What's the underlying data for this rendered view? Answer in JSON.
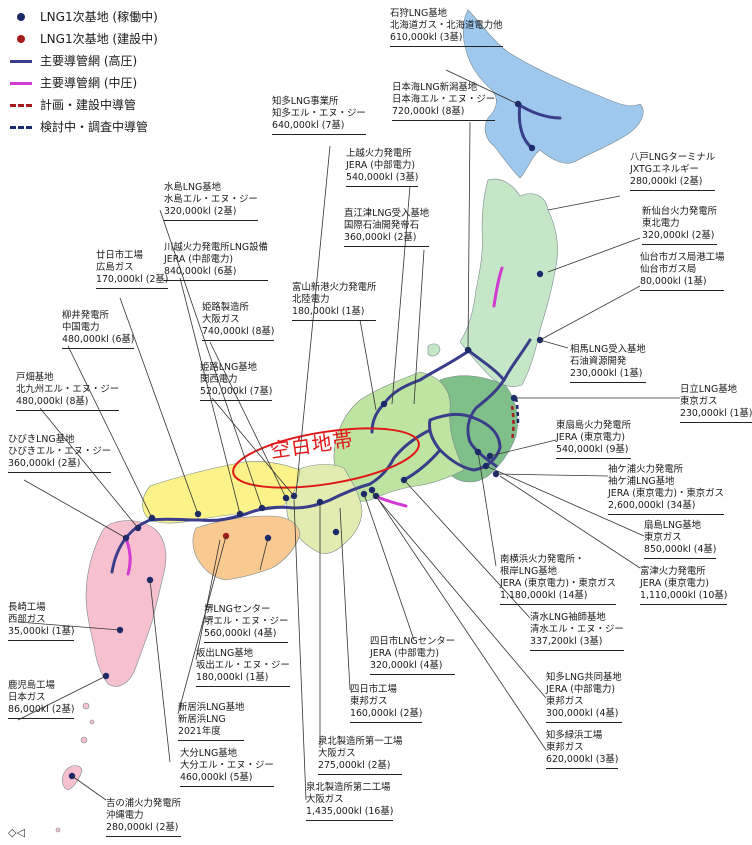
{
  "legend": {
    "items": [
      {
        "label": "LNG1次基地 (稼働中)",
        "kind": "dot",
        "color": "#1c2a6b"
      },
      {
        "label": "LNG1次基地 (建設中)",
        "kind": "dot",
        "color": "#a51c1c"
      },
      {
        "label": "主要導管網 (高圧)",
        "kind": "line",
        "color": "#3a3d8a"
      },
      {
        "label": "主要導管網 (中圧)",
        "kind": "line",
        "color": "#d23bd2"
      },
      {
        "label": "計画・建設中導管",
        "kind": "dash",
        "color": "#a51c1c"
      },
      {
        "label": "検討中・調査中導管",
        "kind": "dash",
        "color": "#1c2a6b"
      }
    ]
  },
  "belt_label": "空白地帯",
  "colors": {
    "hokkaido": "#9fc8ee",
    "tohoku": "#c6e6c8",
    "kanto": "#7fbf8a",
    "chubu": "#bfe3a0",
    "kinki": "#e3ecb0",
    "chugoku": "#fbf28a",
    "shikoku": "#f8c990",
    "kyushu": "#f7c0cf",
    "pipe_high": "#3a3d8a",
    "pipe_mid": "#d23bd2",
    "belt_ring": "#e01818"
  },
  "terminals": [
    {
      "id": "ishikari",
      "lines": [
        "石狩LNG基地",
        "北海道ガス・北海道電力他",
        "610,000kl (3基)"
      ]
    },
    {
      "id": "niigata",
      "lines": [
        "日本海LNG新潟基地",
        "日本海エル・エヌ・ジー",
        "720,000kl (8基)"
      ]
    },
    {
      "id": "hachinohe",
      "lines": [
        "八戸LNGターミナル",
        "JXTGエネルギー",
        "280,000kl (2基)"
      ]
    },
    {
      "id": "shinsendai",
      "lines": [
        "新仙台火力発電所",
        "東北電力",
        "320,000kl (2基)"
      ]
    },
    {
      "id": "sendaiport",
      "lines": [
        "仙台市ガス局港工場",
        "仙台市ガス局",
        "80,000kl (1基)"
      ]
    },
    {
      "id": "soma",
      "lines": [
        "相馬LNG受入基地",
        "石油資源開発",
        "230,000kl (1基)"
      ]
    },
    {
      "id": "hitachi",
      "lines": [
        "日立LNG基地",
        "東京ガス",
        "230,000kl (1基)"
      ]
    },
    {
      "id": "higashiogishima",
      "lines": [
        "東扇島火力発電所",
        "JERA (東京電力)",
        "540,000kl (9基)"
      ]
    },
    {
      "id": "sodegaura",
      "lines": [
        "袖ケ浦火力発電所",
        "袖ケ浦LNG基地",
        "JERA (東京電力)・東京ガス",
        "2,600,000kl (34基)"
      ]
    },
    {
      "id": "ohgishima",
      "lines": [
        "扇島LNG基地",
        "東京ガス",
        "850,000kl (4基)"
      ]
    },
    {
      "id": "futtsu",
      "lines": [
        "富津火力発電所",
        "JERA (東京電力)",
        "1,110,000kl (10基)"
      ]
    },
    {
      "id": "negishi",
      "lines": [
        "南横浜火力発電所・",
        "根岸LNG基地",
        "JERA (東京電力)・東京ガス",
        "1,180,000kl (14基)"
      ]
    },
    {
      "id": "sodeshi",
      "lines": [
        "清水LNG袖師基地",
        "清水エル・エヌ・ジー",
        "337,200kl (3基)"
      ]
    },
    {
      "id": "chitakyodo",
      "lines": [
        "知多LNG共同基地",
        "JERA (中部電力)",
        "東邦ガス",
        "300,000kl (4基)"
      ]
    },
    {
      "id": "chitamidorihama",
      "lines": [
        "知多緑浜工場",
        "東邦ガス",
        "620,000kl (3基)"
      ]
    },
    {
      "id": "yokkaichicenter",
      "lines": [
        "四日市LNGセンター",
        "JERA (中部電力)",
        "320,000kl (4基)"
      ]
    },
    {
      "id": "yokkaichifactory",
      "lines": [
        "四日市工場",
        "東邦ガス",
        "160,000kl (2基)"
      ]
    },
    {
      "id": "senboku1",
      "lines": [
        "泉北製造所第一工場",
        "大阪ガス",
        "275,000kl (2基)"
      ]
    },
    {
      "id": "senboku2",
      "lines": [
        "泉北製造所第二工場",
        "大阪ガス",
        "1,435,000kl (16基)"
      ]
    },
    {
      "id": "chitajigyosho",
      "lines": [
        "知多LNG事業所",
        "知多エル・エヌ・ジー",
        "640,000kl (7基)"
      ]
    },
    {
      "id": "joetsu",
      "lines": [
        "上越火力発電所",
        "JERA (中部電力)",
        "540,000kl (3基)"
      ]
    },
    {
      "id": "naoetsu",
      "lines": [
        "直江津LNG受入基地",
        "国際石油開発帝石",
        "360,000kl (2基)"
      ]
    },
    {
      "id": "toyama",
      "lines": [
        "富山新港火力発電所",
        "北陸電力",
        "180,000kl (1基)"
      ]
    },
    {
      "id": "mizushima",
      "lines": [
        "水島LNG基地",
        "水島エル・エヌ・ジー",
        "320,000kl (2基)"
      ]
    },
    {
      "id": "kawagoe",
      "lines": [
        "川越火力発電所LNG設備",
        "JERA (中部電力)",
        "840,000kl (6基)"
      ]
    },
    {
      "id": "himejiseizo",
      "lines": [
        "姫路製造所",
        "大阪ガス",
        "740,000kl (8基)"
      ]
    },
    {
      "id": "himejilng",
      "lines": [
        "姫路LNG基地",
        "関西電力",
        "520,000kl (7基)"
      ]
    },
    {
      "id": "hatsukaichi",
      "lines": [
        "廿日市工場",
        "広島ガス",
        "170,000kl (2基)"
      ]
    },
    {
      "id": "yanai",
      "lines": [
        "柳井発電所",
        "中国電力",
        "480,000kl (6基)"
      ]
    },
    {
      "id": "tobata",
      "lines": [
        "戸畑基地",
        "北九州エル・エヌ・ジー",
        "480,000kl (8基)"
      ]
    },
    {
      "id": "hibiki",
      "lines": [
        "ひびきLNG基地",
        "ひびきエル・エヌ・ジー",
        "360,000kl (2基)"
      ]
    },
    {
      "id": "nagasaki",
      "lines": [
        "長崎工場",
        "西部ガス",
        "35,000kl (1基)"
      ]
    },
    {
      "id": "kagoshima",
      "lines": [
        "鹿児島工場",
        "日本ガス",
        "86,000kl (2基)"
      ]
    },
    {
      "id": "sakai",
      "lines": [
        "堺LNGセンター",
        "堺エル・エヌ・ジー",
        "560,000kl (4基)"
      ]
    },
    {
      "id": "sakaide",
      "lines": [
        "坂出LNG基地",
        "坂出エル・エヌ・ジー",
        "180,000kl (1基)"
      ]
    },
    {
      "id": "shinniihama",
      "lines": [
        "新居浜LNG基地",
        "新居浜LNG",
        "2021年度"
      ]
    },
    {
      "id": "oita",
      "lines": [
        "大分LNG基地",
        "大分エル・エヌ・ジー",
        "460,000kl (5基)"
      ]
    },
    {
      "id": "yoshinoura",
      "lines": [
        "吉の浦火力発電所",
        "沖縄電力",
        "280,000kl (2基)"
      ]
    }
  ]
}
